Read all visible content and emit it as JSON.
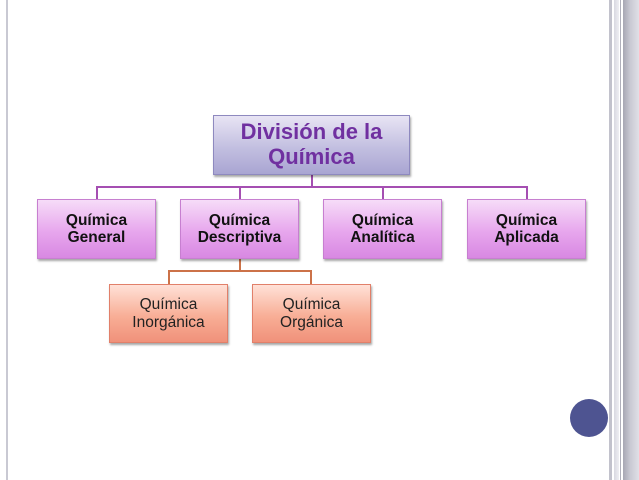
{
  "diagram": {
    "root": {
      "line1": "División de la",
      "line2": "Química"
    },
    "level1": [
      {
        "line1": "Química",
        "line2": "General"
      },
      {
        "line1": "Química",
        "line2": "Descriptiva"
      },
      {
        "line1": "Química",
        "line2": "Analítica"
      },
      {
        "line1": "Química",
        "line2": "Aplicada"
      }
    ],
    "level2": [
      {
        "line1": "Química",
        "line2": "Inorgánica"
      },
      {
        "line1": "Química",
        "line2": "Orgánica"
      }
    ]
  },
  "colors": {
    "root_text": "#7030a0",
    "root_fill": "#c2bfe0",
    "level1_fill": "#e7a6ed",
    "level2_fill": "#f8ae96",
    "connector_level1": "#a54fb2",
    "connector_level2": "#cc7248",
    "slide_circle": "#4e5491"
  }
}
